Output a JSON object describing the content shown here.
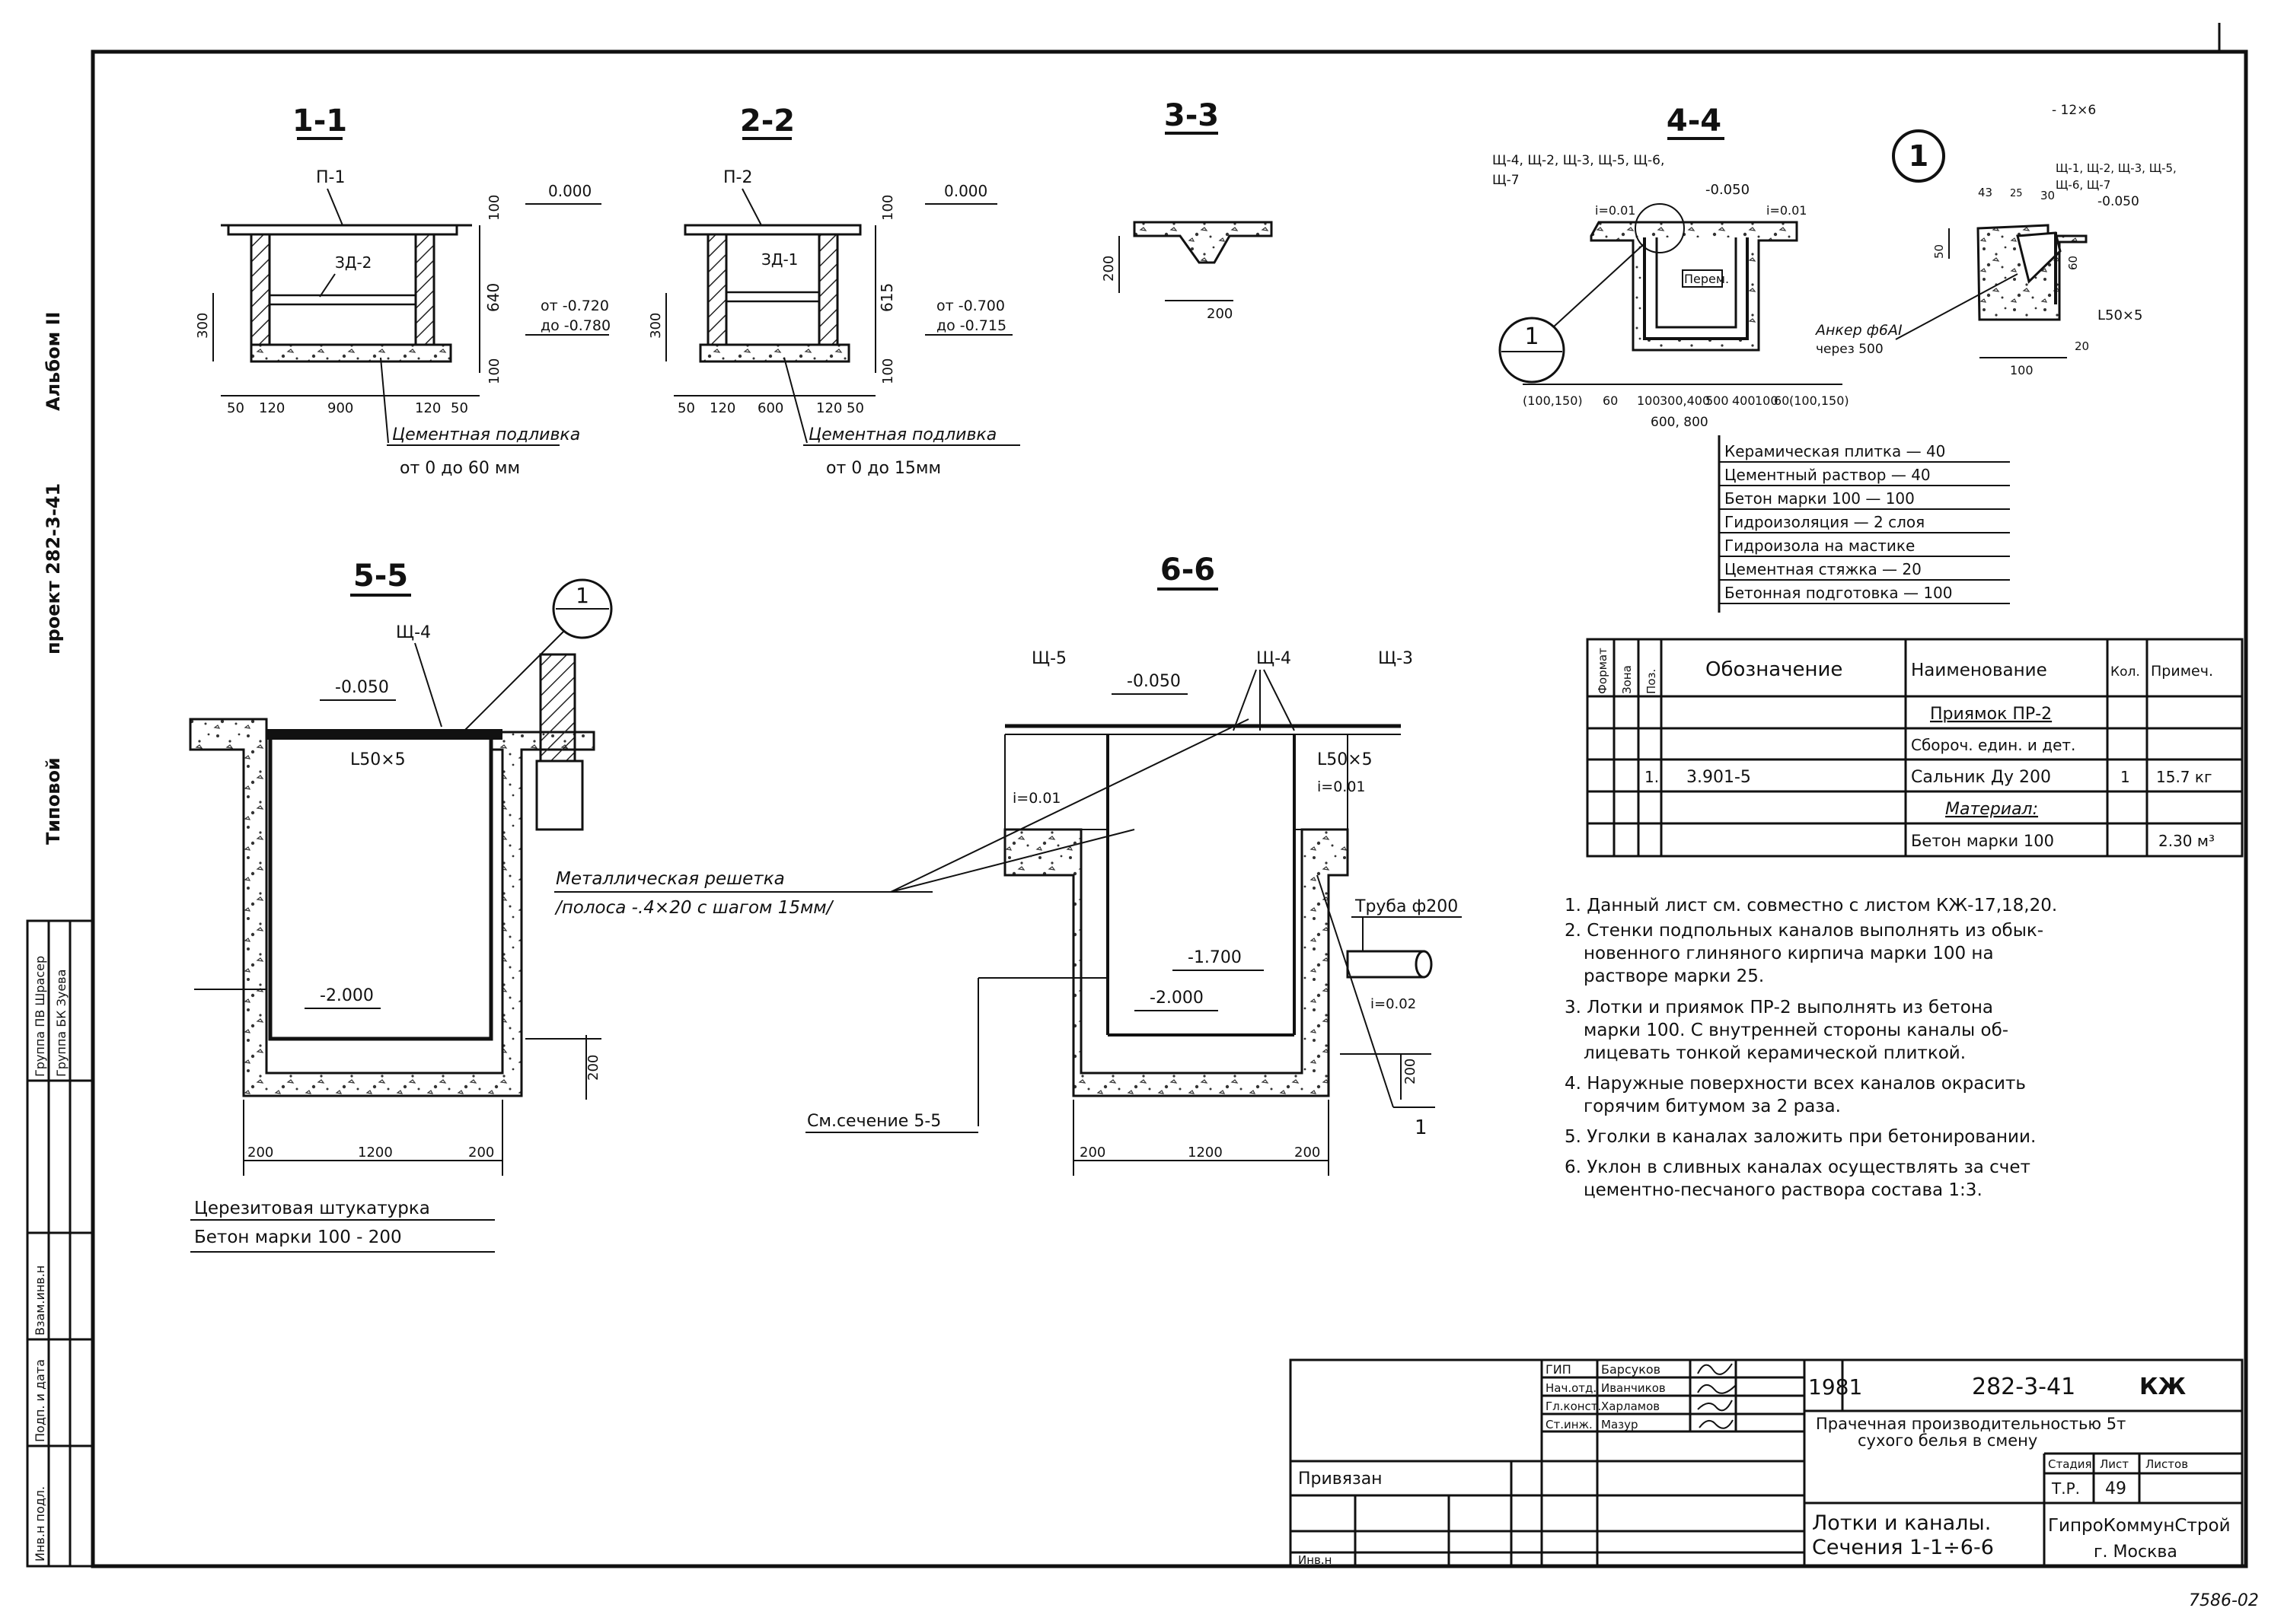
{
  "sections": {
    "s11": {
      "title": "1-1",
      "label_slab": "П-1",
      "label_beam": "ЗД-2",
      "lv_top": "0.000",
      "lv_mid1": "от -0.720",
      "lv_mid2": "до -0.780",
      "dim_100a": "100",
      "dim_640": "640",
      "dim_300": "300",
      "dim_100b": "100",
      "dims_bottom": [
        "50",
        "120",
        "900",
        "120",
        "50"
      ],
      "note1": "Цементная подливка",
      "note2": "от 0 до 60 мм"
    },
    "s22": {
      "title": "2-2",
      "label_slab": "П-2",
      "label_beam": "ЗД-1",
      "lv_top": "0.000",
      "lv_mid1": "от -0.700",
      "lv_mid2": "до -0.715",
      "dim_100a": "100",
      "dim_615": "615",
      "dim_300": "300",
      "dim_100b": "100",
      "dims_bottom": [
        "50",
        "120",
        "600",
        "120",
        "50"
      ],
      "note1": "Цементная подливка",
      "note2": "от 0 до 15мм"
    },
    "s33": {
      "title": "3-3",
      "dim_v": "200",
      "dim_h": "200"
    },
    "s44": {
      "title": "4-4",
      "marks": "Щ-4, Щ-2, Щ-3, Щ-5, Щ-6,",
      "marks2": "Щ-7",
      "slope_l": "i=0.01",
      "slope_r": "i=0.01",
      "level": "-0.050",
      "label_in": "Перем.",
      "callout_num": "1",
      "dims_bottom": [
        "(100,150)",
        "60",
        "100",
        "300,400",
        "500",
        "400",
        "100",
        "60",
        "(100,150)"
      ],
      "dim_total": "600, 800"
    },
    "node1": {
      "num": "1",
      "dim_top": "- 12×6",
      "marks": "Щ-1, Щ-2, Щ-3, Щ-5,",
      "marks2": "Щ-6, Щ-7",
      "dim_43": "43",
      "dim_25": "25",
      "dim_30": "30",
      "level": "-0.050",
      "dim_50": "50",
      "dim_60": "60",
      "angle": "L50×5",
      "anchor1": "Анкер ф6AI",
      "anchor2": "через 500",
      "dim_100": "100",
      "dim_20": "20"
    },
    "s55": {
      "title": "5-5",
      "mark": "Щ-4",
      "level_top": "-0.050",
      "angle": "L50×5",
      "level_bot": "-2.000",
      "dim_v": "200",
      "dims_bottom": [
        "200",
        "1200",
        "200"
      ],
      "callout_num": "1"
    },
    "s66": {
      "title": "6-6",
      "mark_l": "Щ-5",
      "mark_m": "Щ-4",
      "mark_r": "Щ-3",
      "level_top": "-0.050",
      "angle": "L50×5",
      "slope_r": "i=0.01",
      "slope_l": "i=0.01",
      "level_pipe": "-1.700",
      "level_bot": "-2.000",
      "pipe": "Труба ф200",
      "pipe_slope": "i=0.02",
      "dim_v": "200",
      "dims_bottom": [
        "200",
        "1200",
        "200"
      ],
      "ref": "См.сечение 5-5",
      "callout": "1"
    }
  },
  "grate_note": [
    "Металлическая решетка",
    "/полоса -.4×20 с шагом 15мм/"
  ],
  "plaster_note": [
    "Церезитовая штукатурка",
    "Бетон марки 100 - 200"
  ],
  "layers": [
    "Керамическая плитка — 40",
    "Цементный раствор — 40",
    "Бетон марки 100 — 100",
    "Гидроизоляция — 2 слоя",
    "Гидроизола на мастике",
    "Цементная стяжка — 20",
    "Бетонная подготовка — 100"
  ],
  "spec": {
    "headers": [
      "Формат",
      "Зона",
      "Поз.",
      "Обозначение",
      "Наименование",
      "Кол.",
      "Примеч."
    ],
    "rows": [
      [
        "",
        "",
        "",
        "",
        "Приямок ПР-2",
        "",
        ""
      ],
      [
        "",
        "",
        "",
        "",
        "Сбороч. един. и дет.",
        "",
        ""
      ],
      [
        "",
        "",
        "1.",
        "3.901-5",
        "Сальник Ду 200",
        "1",
        "15.7 кг"
      ],
      [
        "",
        "",
        "",
        "",
        "Материал:",
        "",
        ""
      ],
      [
        "",
        "",
        "",
        "",
        "Бетон марки 100",
        "",
        "2.30 м³"
      ]
    ]
  },
  "notes": [
    "1. Данный лист см. совместно с листом КЖ-17,18,20.",
    "2. Стенки подпольных каналов выполнять из обык-",
    "новенного глиняного кирпича марки 100 на",
    "растворе марки 25.",
    "3. Лотки и приямок ПР-2 выполнять из бетона",
    "марки 100. С внутренней стороны каналы об-",
    "лицевать тонкой керамической плиткой.",
    "4. Наружные поверхности всех каналов окрасить",
    "горячим битумом за 2 раза.",
    "5. Уголки в каналах заложить при бетонировании.",
    "6. Уклон в сливных каналах осуществлять за счет",
    "цементно-песчаного раствора состава 1:3."
  ],
  "side": {
    "album": "Альбом II",
    "project": "проект 282-3-41",
    "typical": "Типовой",
    "group1": "Группа ПВ Шрасер",
    "group2": "Группа БК Зуева",
    "inv_podl": "Инв.н подл.",
    "podp": "Подп. и дата",
    "vzam": "Взам.инв.н"
  },
  "titleblock": {
    "staff": [
      [
        "ГИП",
        "Барсуков"
      ],
      [
        "Нач.отд.",
        "Иванчиков"
      ],
      [
        "Гл.конст.",
        "Харламов"
      ],
      [
        "Ст.инж.",
        "Мазур"
      ]
    ],
    "year": "1981",
    "code": "282-3-41",
    "kj": "КЖ",
    "project_name1": "Прачечная производительностью 5т",
    "project_name2": "сухого белья в смену",
    "stage_h": "Стадия",
    "sheet_h": "Лист",
    "sheets_h": "Листов",
    "stage": "Т.Р.",
    "sheet": "49",
    "drawing1": "Лотки и каналы.",
    "drawing2": "Сечения 1-1÷6-6",
    "org1": "ГипроКоммунСтрой",
    "org2": "г. Москва",
    "privyazan": "Привязан",
    "inv": "Инв.н"
  },
  "stamp": "7586-02"
}
